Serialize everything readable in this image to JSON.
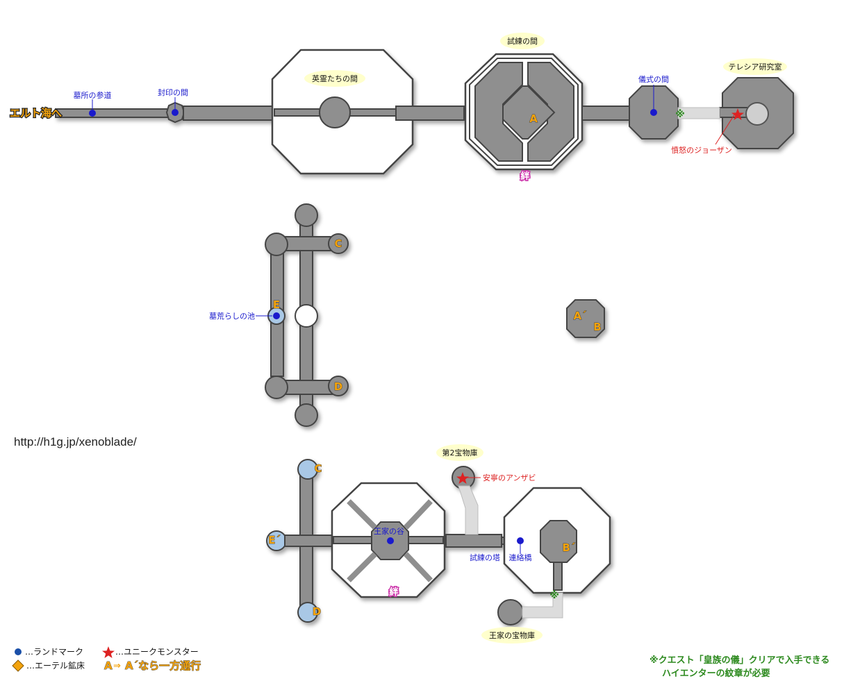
{
  "exit_label": "エルト海へ",
  "url_text": "http://h1g.jp/xenoblade/",
  "areas": {
    "eirei": "英霊たちの間",
    "shiren": "試練の間",
    "terecia": "テレシア研究室",
    "dai2": "第2宝物庫",
    "ouke_hou": "王家の宝物庫"
  },
  "landmarks": {
    "bosho": "墓所の参道",
    "fuin": "封印の間",
    "gishiki": "儀式の間",
    "hakaara": "墓荒らしの池",
    "ouke_tani": "王家の谷",
    "shiren_tou": "試練の塔",
    "renraku": "連絡橋"
  },
  "unique_monsters": {
    "joozan": "憤怒のジョーザン",
    "anzabi": "安寧のアンザビ"
  },
  "letters": {
    "A": "A",
    "B": "B",
    "C": "C",
    "D": "D",
    "E": "E",
    "A_prime": "A´",
    "B_prime": "B´",
    "C_prime": "C",
    "D_prime": "D",
    "E_prime": "E´"
  },
  "kizuna_mark": "絆",
  "bridge_mark": "※",
  "legend": {
    "landmark": "…ランドマーク",
    "unique": "…ユニークモンスター",
    "ether": "…エーテル鉱床",
    "oneway_a": "A",
    "oneway_rest": "A´なら一方通行"
  },
  "note": {
    "line1": "※クエスト「皇族の儀」クリアで入手できる",
    "line2": "ハイエンターの紋章が必要"
  },
  "colors": {
    "landmark": "#1a1acc",
    "unique": "#dd2222",
    "ether": "#f3a30d",
    "kizuna": "#cc33aa",
    "note": "#2d8a1f",
    "floor": "#8f8f8f"
  }
}
